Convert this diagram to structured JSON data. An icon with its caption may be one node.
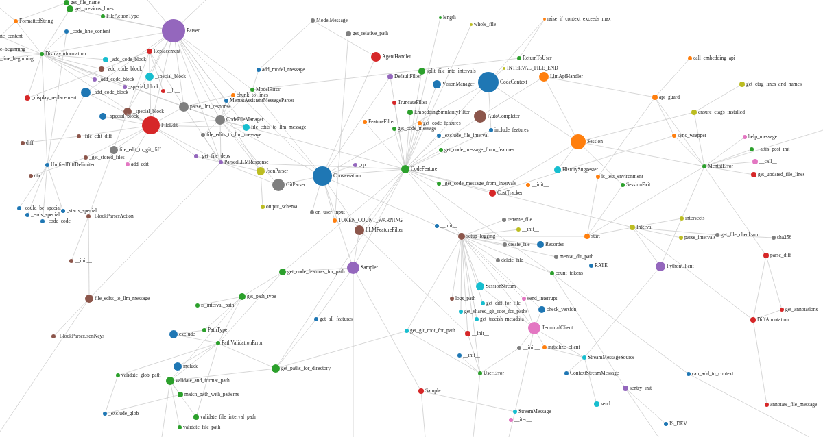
{
  "diagram": {
    "nodes": [
      {
        "text": [
          "FormattedString"
        ]
      },
      {
        "text": [
          "get_file_name"
        ]
      },
      {
        "text": [
          "get_previous_lines"
        ]
      },
      {
        "text": [
          "FileActionType"
        ]
      },
      {
        "text": [
          "Parser"
        ]
      },
      {
        "text": [
          "_code_line_content"
        ]
      },
      {
        "text": [
          "ne_content"
        ]
      },
      {
        "text": [
          "e_beginning"
        ]
      },
      {
        "text": [
          "_line_beginning"
        ]
      },
      {
        "text": [
          "DisplayInformation"
        ]
      },
      {
        "text": [
          "Replacement"
        ]
      },
      {
        "text": [
          "_add_code_block"
        ]
      },
      {
        "text": [
          "_add_code_block"
        ]
      },
      {
        "text": [
          "_special_block"
        ]
      },
      {
        "text": [
          "_add_code_block"
        ]
      },
      {
        "text": [
          "_special_block"
        ]
      },
      {
        "text": [
          "_display_replacement"
        ]
      },
      {
        "text": [
          "_add_code_block"
        ]
      },
      {
        "text": [
          "__lt__"
        ]
      },
      {
        "text": [
          "parse_llm_response"
        ]
      },
      {
        "text": [
          "_special_block"
        ]
      },
      {
        "text": [
          "_special_block"
        ]
      },
      {
        "text": [
          "FileEdit"
        ]
      },
      {
        "text": [
          "ModelError"
        ]
      },
      {
        "text": [
          "chunk_to_lines"
        ]
      },
      {
        "text": [
          "MentatAssistantMessageParser"
        ]
      },
      {
        "text": [
          "add_model_message"
        ]
      },
      {
        "text": [
          "CodeFileManager"
        ]
      },
      {
        "text": [
          "file_edits_to_llm_message"
        ]
      },
      {
        "text": [
          "file_edits_to_llm_message"
        ]
      },
      {
        "text": [
          "_file_edit_diff"
        ]
      },
      {
        "text": [
          "diff"
        ]
      },
      {
        "text": [
          "file_edit_to_git_diff"
        ]
      },
      {
        "text": [
          "_get_stored_files"
        ]
      },
      {
        "text": [
          "add_edit"
        ]
      },
      {
        "text": [
          "UnifiedDiffDelimiter"
        ]
      },
      {
        "text": [
          "_get_file_deps"
        ]
      },
      {
        "text": [
          "ParsedLLMResponse"
        ]
      },
      {
        "text": [
          "JsonParser"
        ]
      },
      {
        "text": [
          "ctx"
        ]
      },
      {
        "text": [
          "_could_be_special"
        ]
      },
      {
        "text": [
          "_ends_special"
        ]
      },
      {
        "text": [
          "_code_code"
        ]
      },
      {
        "text": [
          "_starts_special"
        ]
      },
      {
        "text": [
          "_BlockParserAction"
        ]
      },
      {
        "text": [
          "GitParser"
        ]
      },
      {
        "text": [
          "output_schema"
        ]
      },
      {
        "text": [
          "Conversation"
        ]
      },
      {
        "text": [
          "_rp"
        ]
      },
      {
        "text": [
          "CodeFeature"
        ]
      },
      {
        "text": [
          "ModelMessage"
        ]
      },
      {
        "text": [
          "get_relative_path"
        ]
      },
      {
        "text": [
          "AgentHandler"
        ]
      },
      {
        "text": [
          "DefaultFilter"
        ]
      },
      {
        "text": [
          "split_file_into_intervals"
        ]
      },
      {
        "text": [
          "VisionManager"
        ]
      },
      {
        "text": [
          "INTERVAL_FILE_END"
        ]
      },
      {
        "text": [
          "CodeContext"
        ]
      },
      {
        "text": [
          "AutoCompleter"
        ]
      },
      {
        "text": [
          "TruncateFilter"
        ]
      },
      {
        "text": [
          "EmbeddingSimilarityFilter"
        ]
      },
      {
        "text": [
          "include_features"
        ]
      },
      {
        "text": [
          "FeatureFilter"
        ]
      },
      {
        "text": [
          "get_code_message"
        ]
      },
      {
        "text": [
          "get_code_features"
        ]
      },
      {
        "text": [
          "_exclude_file_interval"
        ]
      },
      {
        "text": [
          "get_code_message_from_features"
        ]
      },
      {
        "text": [
          "_get_code_message_from_intervals"
        ]
      },
      {
        "text": [
          "CostTracker"
        ]
      },
      {
        "text": [
          "__init__"
        ]
      },
      {
        "text": [
          "length"
        ]
      },
      {
        "text": [
          "whole_file"
        ]
      },
      {
        "text": [
          "raise_if_context_exceeds_max"
        ]
      },
      {
        "text": [
          "ReturnToUser"
        ]
      },
      {
        "text": [
          "LlmApiHandler"
        ]
      },
      {
        "text": [
          "Session"
        ]
      },
      {
        "text": [
          "api_guard"
        ]
      },
      {
        "text": [
          "call_embedding_api"
        ]
      },
      {
        "text": [
          "get_ctag_lines_and_names"
        ]
      },
      {
        "text": [
          "ensure_ctags_installed"
        ]
      },
      {
        "text": [
          "sync_wrapper"
        ]
      },
      {
        "text": [
          "help_message"
        ]
      },
      {
        "text": [
          "__attrs_post_init__"
        ]
      },
      {
        "text": [
          "__call__"
        ]
      },
      {
        "text": [
          "MentatError"
        ]
      },
      {
        "text": [
          "get_updated_file_lines"
        ]
      },
      {
        "text": [
          "HistorySuggester"
        ]
      },
      {
        "text": [
          "is_test_environment"
        ]
      },
      {
        "text": [
          "SessionExit"
        ]
      },
      {
        "text": [
          "TOKEN_COUNT_WARNING"
        ]
      },
      {
        "text": [
          "on_user_input"
        ]
      },
      {
        "text": [
          "LLMFeatureFilter"
        ]
      },
      {
        "text": [
          "__init__"
        ]
      },
      {
        "text": [
          "setup_logging"
        ]
      },
      {
        "text": [
          "rename_file"
        ]
      },
      {
        "text": [
          "__init__"
        ]
      },
      {
        "text": [
          "create_file"
        ]
      },
      {
        "text": [
          "Recorder"
        ]
      },
      {
        "text": [
          "delete_file"
        ]
      },
      {
        "text": [
          "start"
        ]
      },
      {
        "text": [
          "Interval"
        ]
      },
      {
        "text": [
          "intersects"
        ]
      },
      {
        "text": [
          "parse_intervals"
        ]
      },
      {
        "text": [
          "get_file_checksum"
        ]
      },
      {
        "text": [
          "sha256"
        ]
      },
      {
        "text": [
          "mentat_dir_path"
        ]
      },
      {
        "text": [
          "RATE"
        ]
      },
      {
        "text": [
          "count_tokens"
        ]
      },
      {
        "text": [
          "PythonClient"
        ]
      },
      {
        "text": [
          "parse_diff"
        ]
      },
      {
        "text": [
          "Sampler"
        ]
      },
      {
        "text": [
          "get_code_features_for_path"
        ]
      },
      {
        "text": [
          "SessionStream"
        ]
      },
      {
        "text": [
          "logs_path"
        ]
      },
      {
        "text": [
          "send_interrupt"
        ]
      },
      {
        "text": [
          "check_version"
        ]
      },
      {
        "text": [
          "get_diff_for_file"
        ]
      },
      {
        "text": [
          "get_shared_git_root_for_paths"
        ]
      },
      {
        "text": [
          "get_treeish_metadata"
        ]
      },
      {
        "text": [
          "get_path_type"
        ]
      },
      {
        "text": [
          "is_interval_path"
        ]
      },
      {
        "text": [
          "get_all_features"
        ]
      },
      {
        "text": [
          "get_git_root_for_path"
        ]
      },
      {
        "text": [
          "__init__"
        ]
      },
      {
        "text": [
          "TerminalClient"
        ]
      },
      {
        "text": [
          "__init__"
        ]
      },
      {
        "text": [
          "initialize_client"
        ]
      },
      {
        "text": [
          "StreamMessageSource"
        ]
      },
      {
        "text": [
          "DiffAnnotation"
        ]
      },
      {
        "text": [
          "get_annotations"
        ]
      },
      {
        "text": [
          "file_edits_to_llm_message"
        ]
      },
      {
        "text": [
          "__init__"
        ]
      },
      {
        "text": [
          "_BlockParserJsonKeys"
        ]
      },
      {
        "text": [
          "exclude"
        ]
      },
      {
        "text": [
          "PathType"
        ]
      },
      {
        "text": [
          "PathValidationError"
        ]
      },
      {
        "text": [
          "include"
        ]
      },
      {
        "text": [
          "validate_glob_path"
        ]
      },
      {
        "text": [
          "validate_and_format_path"
        ]
      },
      {
        "text": [
          "match_path_with_patterns"
        ]
      },
      {
        "text": [
          "_exclude_glob"
        ]
      },
      {
        "text": [
          "validate_file_interval_path"
        ]
      },
      {
        "text": [
          "validate_file_path"
        ]
      },
      {
        "text": [
          "get_paths_for_directory"
        ]
      },
      {
        "text": [
          "__init__"
        ]
      },
      {
        "text": [
          "UserError"
        ]
      },
      {
        "text": [
          "Sample"
        ]
      },
      {
        "text": [
          "ContextStreamMessage"
        ]
      },
      {
        "text": [
          "sentry_init"
        ]
      },
      {
        "text": [
          "send"
        ]
      },
      {
        "text": [
          "can_add_to_context"
        ]
      },
      {
        "text": [
          "IS_DEV"
        ]
      },
      {
        "text": [
          "annotate_file_message"
        ]
      },
      {
        "text": [
          "StreamMessage"
        ]
      },
      {
        "text": [
          "__iter__"
        ]
      }
    ],
    "edges": [
      {
        "from": 4,
        "to": 22,
        "arrow": "none"
      },
      {
        "from": 4,
        "to": 10,
        "arrow": "none"
      },
      {
        "from": 4,
        "to": 13,
        "arrow": "none"
      },
      {
        "from": 4,
        "to": 19,
        "arrow": "none"
      },
      {
        "from": 4,
        "to": 27,
        "arrow": "none"
      },
      {
        "from": 4,
        "to": 37,
        "arrow": "none"
      },
      {
        "from": 4,
        "to": 29,
        "arrow": "none"
      },
      {
        "from": 4,
        "to": 23,
        "arrow": "none"
      },
      {
        "from": 4,
        "to": 2,
        "arrow": "none"
      },
      {
        "from": 4,
        "to": 3,
        "arrow": "none"
      },
      {
        "from": 4,
        "to": 9,
        "arrow": "none"
      },
      {
        "from": 4,
        "to": 38,
        "arrow": "none"
      },
      {
        "from": 4,
        "to": 20,
        "arrow": "none"
      },
      {
        "from": 4,
        "to": 17,
        "arrow": "none"
      },
      {
        "from": 4,
        "to": 25,
        "arrow": "none"
      },
      {
        "from": 4,
        "to": 47,
        "arrow": "none"
      },
      {
        "from": 4,
        "to": null,
        "arrow": "none"
      },
      {
        "from": 4,
        "to": null,
        "arrow": "none"
      },
      {
        "from": 9,
        "to": 0,
        "arrow": "none"
      },
      {
        "from": 9,
        "to": 5,
        "arrow": "none"
      },
      {
        "from": 9,
        "to": 6,
        "arrow": "none"
      },
      {
        "from": 9,
        "to": 7,
        "arrow": "none"
      },
      {
        "from": 9,
        "to": 8,
        "arrow": "none"
      },
      {
        "from": 9,
        "to": 2,
        "arrow": "none"
      },
      {
        "from": 9,
        "to": 16,
        "arrow": "none"
      },
      {
        "from": 9,
        "to": 11,
        "arrow": "none"
      },
      {
        "from": 9,
        "to": 12,
        "arrow": "none"
      },
      {
        "from": 9,
        "to": 14,
        "arrow": "none"
      },
      {
        "from": 9,
        "to": 15,
        "arrow": "none"
      },
      {
        "from": 9,
        "to": 22,
        "arrow": "none"
      },
      {
        "from": 9,
        "to": 19,
        "arrow": "none"
      },
      {
        "from": 9,
        "to": 27,
        "arrow": "none"
      },
      {
        "from": 9,
        "to": 35,
        "arrow": "none"
      },
      {
        "from": 0,
        "to": 1,
        "arrow": "none"
      },
      {
        "from": 0,
        "to": 6,
        "arrow": "none"
      },
      {
        "from": 0,
        "to": null,
        "arrow": "none"
      },
      {
        "from": 10,
        "to": 22,
        "arrow": "none"
      },
      {
        "from": 10,
        "to": 18,
        "arrow": "none"
      },
      {
        "from": 10,
        "to": 13,
        "arrow": "none"
      },
      {
        "from": 10,
        "to": 20,
        "arrow": "none"
      },
      {
        "from": 10,
        "to": 19,
        "arrow": "none"
      },
      {
        "from": 10,
        "to": 16,
        "arrow": "none"
      },
      {
        "from": 22,
        "to": 30,
        "arrow": "none"
      },
      {
        "from": 22,
        "to": 32,
        "arrow": "none"
      },
      {
        "from": 22,
        "to": 34,
        "arrow": "none"
      },
      {
        "from": 22,
        "to": 33,
        "arrow": "none"
      },
      {
        "from": 22,
        "to": 27,
        "arrow": "none"
      },
      {
        "from": 22,
        "to": 19,
        "arrow": "none"
      },
      {
        "from": 22,
        "to": 20,
        "arrow": "none"
      },
      {
        "from": 22,
        "to": 21,
        "arrow": "none"
      },
      {
        "from": 22,
        "to": 17,
        "arrow": "none"
      },
      {
        "from": 22,
        "to": 36,
        "arrow": "none"
      },
      {
        "from": 22,
        "to": 37,
        "arrow": "none"
      },
      {
        "from": 22,
        "to": 29,
        "arrow": "none"
      },
      {
        "from": 31,
        "to": 30,
        "arrow": "none"
      },
      {
        "from": 35,
        "to": 17,
        "arrow": "none"
      },
      {
        "from": 35,
        "to": 40,
        "arrow": "none"
      },
      {
        "from": 35,
        "to": 41,
        "arrow": "none"
      },
      {
        "from": 35,
        "to": 42,
        "arrow": "none"
      },
      {
        "from": 35,
        "to": 43,
        "arrow": "none"
      },
      {
        "from": 35,
        "to": 5,
        "arrow": "none"
      },
      {
        "from": 39,
        "to": 33,
        "arrow": "none"
      },
      {
        "from": 44,
        "to": 20,
        "arrow": "none"
      },
      {
        "from": 130,
        "to": 44,
        "arrow": "none"
      },
      {
        "from": 131,
        "to": 44,
        "arrow": "none"
      },
      {
        "from": 130,
        "to": 132,
        "arrow": "none"
      },
      {
        "from": 130,
        "to": 37,
        "arrow": "none"
      },
      {
        "from": 130,
        "to": null,
        "arrow": "none"
      },
      {
        "from": 19,
        "to": 27,
        "arrow": "none"
      },
      {
        "from": 19,
        "to": 37,
        "arrow": "none"
      },
      {
        "from": 19,
        "to": 24,
        "arrow": "none"
      },
      {
        "from": 27,
        "to": 24,
        "arrow": "none"
      },
      {
        "from": 27,
        "to": 25,
        "arrow": "none"
      },
      {
        "from": 27,
        "to": 29,
        "arrow": "none"
      },
      {
        "from": 27,
        "to": 38,
        "arrow": "none"
      },
      {
        "from": 27,
        "to": 45,
        "arrow": "none"
      },
      {
        "from": 27,
        "to": 47,
        "arrow": "none"
      },
      {
        "from": 27,
        "to": 49,
        "arrow": "none"
      },
      {
        "from": 27,
        "to": 37,
        "arrow": "none"
      },
      {
        "from": 27,
        "to": 23,
        "arrow": "none"
      },
      {
        "from": 27,
        "to": 28,
        "arrow": "none"
      },
      {
        "from": 23,
        "to": 26,
        "arrow": "none"
      },
      {
        "from": 23,
        "to": 47,
        "arrow": "none"
      },
      {
        "from": 37,
        "to": 38,
        "arrow": "none"
      },
      {
        "from": 37,
        "to": 45,
        "arrow": "none"
      },
      {
        "from": 37,
        "to": 36,
        "arrow": "none"
      },
      {
        "from": 37,
        "to": 28,
        "arrow": "none"
      },
      {
        "from": 37,
        "to": 49,
        "arrow": "none"
      },
      {
        "from": 38,
        "to": 46,
        "arrow": "none"
      },
      {
        "from": 50,
        "to": 52,
        "arrow": "none"
      },
      {
        "from": 50,
        "to": 26,
        "arrow": "none"
      },
      {
        "from": 47,
        "to": 52,
        "arrow": "none"
      },
      {
        "from": 47,
        "to": 49,
        "arrow": "none"
      },
      {
        "from": 47,
        "to": 89,
        "arrow": "none"
      },
      {
        "from": 47,
        "to": 90,
        "arrow": "none"
      },
      {
        "from": 47,
        "to": 91,
        "arrow": "none"
      },
      {
        "from": 47,
        "to": 93,
        "arrow": "none"
      },
      {
        "from": 47,
        "to": 48,
        "arrow": "none"
      },
      {
        "from": 47,
        "to": 57,
        "arrow": "none"
      },
      {
        "from": 47,
        "to": 45,
        "arrow": "none"
      },
      {
        "from": 47,
        "to": 110,
        "arrow": "none"
      },
      {
        "from": 47,
        "to": 53,
        "arrow": "none"
      },
      {
        "from": 51,
        "to": 89,
        "arrow": "none"
      },
      {
        "from": 49,
        "to": 53,
        "arrow": "none"
      },
      {
        "from": 49,
        "to": 54,
        "arrow": "none"
      },
      {
        "from": 49,
        "to": 55,
        "arrow": "none"
      },
      {
        "from": 49,
        "to": 57,
        "arrow": "none"
      },
      {
        "from": 49,
        "to": 58,
        "arrow": "none"
      },
      {
        "from": 49,
        "to": 59,
        "arrow": "none"
      },
      {
        "from": 49,
        "to": 60,
        "arrow": "none"
      },
      {
        "from": 49,
        "to": 61,
        "arrow": "none"
      },
      {
        "from": 49,
        "to": 62,
        "arrow": "none"
      },
      {
        "from": 49,
        "to": 63,
        "arrow": "none"
      },
      {
        "from": 49,
        "to": 64,
        "arrow": "none"
      },
      {
        "from": 49,
        "to": 65,
        "arrow": "none"
      },
      {
        "from": 49,
        "to": 66,
        "arrow": "none"
      },
      {
        "from": 49,
        "to": 67,
        "arrow": "none"
      },
      {
        "from": 49,
        "to": 70,
        "arrow": "none"
      },
      {
        "from": 49,
        "to": 71,
        "arrow": "none"
      },
      {
        "from": 49,
        "to": 91,
        "arrow": "none"
      },
      {
        "from": 49,
        "to": 110,
        "arrow": "none"
      },
      {
        "from": 49,
        "to": 111,
        "arrow": "none"
      },
      {
        "from": 49,
        "to": 68,
        "arrow": "none"
      },
      {
        "from": 49,
        "to": 93,
        "arrow": "none"
      },
      {
        "from": 49,
        "to": 100,
        "arrow": "none"
      },
      {
        "from": 49,
        "to": 143,
        "arrow": "none"
      },
      {
        "from": 49,
        "to": 107,
        "arrow": "none"
      },
      {
        "from": 57,
        "to": 72,
        "arrow": "none"
      },
      {
        "from": 57,
        "to": 75,
        "arrow": "none"
      },
      {
        "from": 57,
        "to": 61,
        "arrow": "none"
      },
      {
        "from": 57,
        "to": 56,
        "arrow": "none"
      },
      {
        "from": 73,
        "to": 72,
        "arrow": "none"
      },
      {
        "from": 73,
        "to": 23,
        "arrow": "none"
      },
      {
        "from": 74,
        "to": 76,
        "arrow": "none"
      },
      {
        "from": 74,
        "to": 75,
        "arrow": "none"
      },
      {
        "from": 74,
        "to": 58,
        "arrow": "none"
      },
      {
        "from": 76,
        "to": 77,
        "arrow": "none"
      },
      {
        "from": 76,
        "to": 80,
        "arrow": "none"
      },
      {
        "from": 76,
        "to": 84,
        "arrow": "none"
      },
      {
        "from": 76,
        "to": 87,
        "arrow": "none"
      },
      {
        "from": 79,
        "to": 78,
        "arrow": "none"
      },
      {
        "from": 79,
        "to": 75,
        "arrow": "none"
      },
      {
        "from": 79,
        "to": 84,
        "arrow": "none"
      },
      {
        "from": 80,
        "to": 84,
        "arrow": "none"
      },
      {
        "from": 80,
        "to": 68,
        "arrow": "none"
      },
      {
        "from": 84,
        "to": 81,
        "arrow": "none"
      },
      {
        "from": 84,
        "to": 82,
        "arrow": "none"
      },
      {
        "from": 84,
        "to": 83,
        "arrow": "none"
      },
      {
        "from": 84,
        "to": 85,
        "arrow": "none"
      },
      {
        "from": 84,
        "to": 101,
        "arrow": "none"
      },
      {
        "from": 84,
        "to": 75,
        "arrow": "none"
      },
      {
        "from": 84,
        "to": 109,
        "arrow": "none"
      },
      {
        "from": 84,
        "to": 99,
        "arrow": "none"
      },
      {
        "from": 84,
        "to": null,
        "arrow": "none"
      },
      {
        "from": 75,
        "to": 86,
        "arrow": "none"
      },
      {
        "from": 75,
        "to": 88,
        "arrow": "none"
      },
      {
        "from": 75,
        "to": 68,
        "arrow": "none"
      },
      {
        "from": 87,
        "to": 99,
        "arrow": "none"
      },
      {
        "from": 88,
        "to": 99,
        "arrow": "none"
      },
      {
        "from": 93,
        "to": 92,
        "arrow": "none"
      },
      {
        "from": 93,
        "to": 94,
        "arrow": "none"
      },
      {
        "from": 93,
        "to": 95,
        "arrow": "none"
      },
      {
        "from": 93,
        "to": 96,
        "arrow": "none"
      },
      {
        "from": 93,
        "to": 97,
        "arrow": "none"
      },
      {
        "from": 93,
        "to": 98,
        "arrow": "none"
      },
      {
        "from": 93,
        "to": 99,
        "arrow": "none"
      },
      {
        "from": 93,
        "to": 112,
        "arrow": "none"
      },
      {
        "from": 93,
        "to": 113,
        "arrow": "none"
      },
      {
        "from": 93,
        "to": 114,
        "arrow": "none"
      },
      {
        "from": 93,
        "to": 115,
        "arrow": "none"
      },
      {
        "from": 93,
        "to": 116,
        "arrow": "none"
      },
      {
        "from": 93,
        "to": 117,
        "arrow": "none"
      },
      {
        "from": 93,
        "to": 118,
        "arrow": "none"
      },
      {
        "from": 93,
        "to": 123,
        "arrow": "none"
      },
      {
        "from": 93,
        "to": 124,
        "arrow": "none"
      },
      {
        "from": 93,
        "to": 145,
        "arrow": "none"
      },
      {
        "from": 93,
        "to": 107,
        "arrow": "none"
      },
      {
        "from": 93,
        "to": 105,
        "arrow": "none"
      },
      {
        "from": 93,
        "to": 122,
        "arrow": "none"
      },
      {
        "from": 100,
        "to": 101,
        "arrow": "none"
      },
      {
        "from": 100,
        "to": 102,
        "arrow": "none"
      },
      {
        "from": 100,
        "to": 103,
        "arrow": "none"
      },
      {
        "from": 100,
        "to": 99,
        "arrow": "none"
      },
      {
        "from": 100,
        "to": 128,
        "arrow": "none"
      },
      {
        "from": 100,
        "to": 108,
        "arrow": "none"
      },
      {
        "from": 103,
        "to": 104,
        "arrow": "none"
      },
      {
        "from": 109,
        "to": 128,
        "arrow": "none"
      },
      {
        "from": 109,
        "to": 129,
        "arrow": "none"
      },
      {
        "from": 128,
        "to": 129,
        "arrow": "none"
      },
      {
        "from": 128,
        "to": 152,
        "arrow": "none"
      },
      {
        "from": 108,
        "to": 101,
        "arrow": "none"
      },
      {
        "from": 108,
        "to": 127,
        "arrow": "none"
      },
      {
        "from": 127,
        "to": 149,
        "arrow": "none"
      },
      {
        "from": 127,
        "to": 147,
        "arrow": "none"
      },
      {
        "from": 127,
        "to": 124,
        "arrow": "none"
      },
      {
        "from": 127,
        "to": 126,
        "arrow": "none"
      },
      {
        "from": 148,
        "to": 151,
        "arrow": "none"
      },
      {
        "from": 148,
        "to": 107,
        "arrow": "none"
      },
      {
        "from": 148,
        "to": null,
        "arrow": "none"
      },
      {
        "from": 150,
        "to": 107,
        "arrow": "none"
      },
      {
        "from": 150,
        "to": null,
        "arrow": "none"
      },
      {
        "from": 124,
        "to": 126,
        "arrow": "none"
      },
      {
        "from": 124,
        "to": 125,
        "arrow": "none"
      },
      {
        "from": 124,
        "to": 115,
        "arrow": "none"
      },
      {
        "from": 124,
        "to": 114,
        "arrow": "none"
      },
      {
        "from": 124,
        "to": 153,
        "arrow": "none"
      },
      {
        "from": 124,
        "to": 112,
        "arrow": "none"
      },
      {
        "from": 145,
        "to": 144,
        "arrow": "none"
      },
      {
        "from": 145,
        "to": 123,
        "arrow": "none"
      },
      {
        "from": 145,
        "to": 122,
        "arrow": "none"
      },
      {
        "from": 145,
        "to": 125,
        "arrow": "none"
      },
      {
        "from": 146,
        "to": 153,
        "arrow": "none"
      },
      {
        "from": 146,
        "to": 110,
        "arrow": "none"
      },
      {
        "from": 146,
        "to": null,
        "arrow": "none"
      },
      {
        "from": 110,
        "to": 91,
        "arrow": "none"
      },
      {
        "from": 110,
        "to": 121,
        "arrow": "none"
      },
      {
        "from": 110,
        "to": 111,
        "arrow": "none"
      },
      {
        "from": 110,
        "to": null,
        "arrow": "none"
      },
      {
        "from": 121,
        "to": 143,
        "arrow": "none"
      },
      {
        "from": 143,
        "to": 122,
        "arrow": "none"
      },
      {
        "from": 143,
        "to": 135,
        "arrow": "none"
      },
      {
        "from": 143,
        "to": 138,
        "arrow": "none"
      },
      {
        "from": 111,
        "to": 119,
        "arrow": "none"
      },
      {
        "from": 111,
        "to": 135,
        "arrow": "none"
      },
      {
        "from": 119,
        "to": 120,
        "arrow": "none"
      },
      {
        "from": 119,
        "to": 134,
        "arrow": "none"
      },
      {
        "from": 119,
        "to": 135,
        "arrow": "none"
      },
      {
        "from": 119,
        "to": 138,
        "arrow": "none"
      },
      {
        "from": 135,
        "to": 133,
        "arrow": "none"
      },
      {
        "from": 135,
        "to": 137,
        "arrow": "none"
      },
      {
        "from": 135,
        "to": 138,
        "arrow": "none"
      },
      {
        "from": 135,
        "to": 141,
        "arrow": "none"
      },
      {
        "from": 135,
        "to": 136,
        "arrow": "none"
      },
      {
        "from": 133,
        "to": 134,
        "arrow": "none"
      },
      {
        "from": 137,
        "to": 140,
        "arrow": "none"
      },
      {
        "from": 140,
        "to": 139,
        "arrow": "none"
      },
      {
        "from": 138,
        "to": 139,
        "arrow": "none"
      },
      {
        "from": 138,
        "to": 141,
        "arrow": "none"
      },
      {
        "from": 138,
        "to": 142,
        "arrow": "none"
      },
      {
        "from": 138,
        "to": null,
        "arrow": "none"
      },
      {
        "from": 91,
        "to": 123,
        "arrow": "none"
      },
      {
        "from": 153,
        "to": null,
        "arrow": "none"
      },
      {
        "from": 145,
        "to": null,
        "arrow": "none"
      }
    ]
  }
}
